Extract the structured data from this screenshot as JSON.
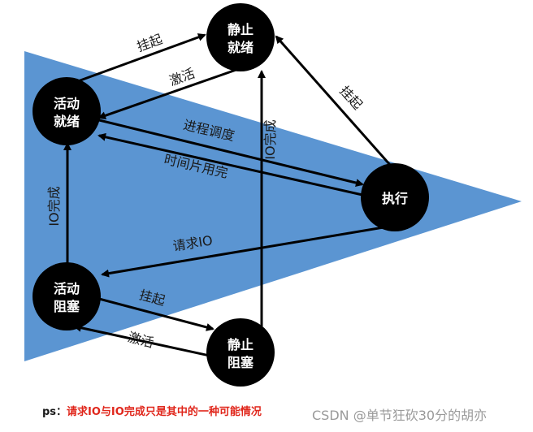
{
  "diagram": {
    "colors": {
      "triangle": "#5b95d2",
      "node_fill": "#000000",
      "arrow": "#000000",
      "note_prefix": "#1a1a1a",
      "note_text": "#e0261b",
      "watermark": "#9a9a9a"
    },
    "nodes": {
      "static_ready": {
        "line1": "静止",
        "line2": "就绪"
      },
      "active_ready": {
        "line1": "活动",
        "line2": "就绪"
      },
      "running": {
        "label": "执行"
      },
      "active_blocked": {
        "line1": "活动",
        "line2": "阻塞"
      },
      "static_blocked": {
        "line1": "静止",
        "line2": "阻塞"
      }
    },
    "edges": {
      "suspend_ready": "挂起",
      "activate_ready": "激活",
      "suspend_running": "挂起",
      "io_done_static": "IO完成",
      "schedule": "进程调度",
      "time_slice": "时间片用完",
      "io_done_active": "IO完成",
      "request_io": "请求IO",
      "suspend_blocked": "挂起",
      "activate_blocked": "激活"
    }
  },
  "footer": {
    "note_prefix": "ps：",
    "note_text": "请求IO与IO完成只是其中的一种可能情况",
    "watermark": "CSDN @单节狂砍30分的胡亦"
  }
}
